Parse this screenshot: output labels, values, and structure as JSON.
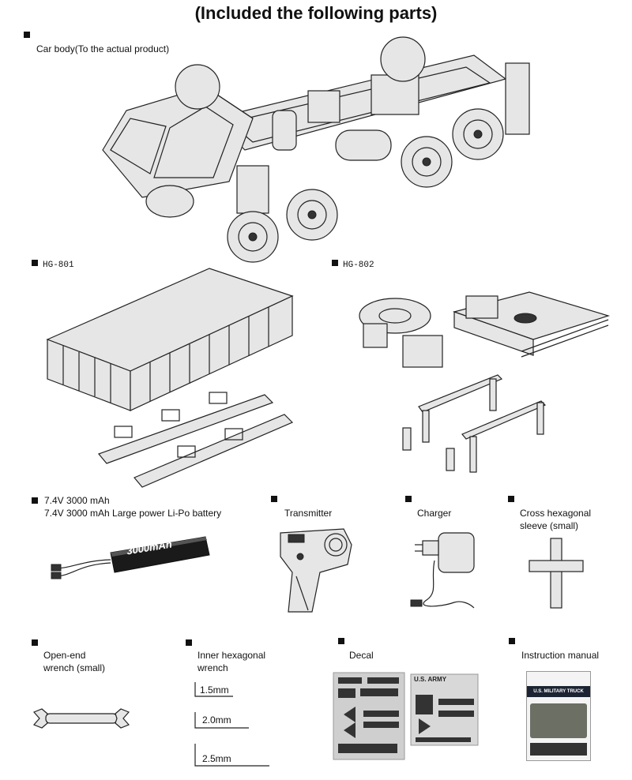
{
  "page_title": "(Included the following parts)",
  "sections": {
    "car_body": {
      "label": "Car body(To the actual product)"
    },
    "hg801": {
      "label": "HG-801"
    },
    "hg802": {
      "label": "HG-802"
    },
    "battery": {
      "line1": "7.4V 3000 mAh",
      "line2": "7.4V 3000 mAh Large power Li-Po battery",
      "pack_text": "3000mAh"
    },
    "transmitter": {
      "label": "Transmitter"
    },
    "charger": {
      "label": "Charger"
    },
    "cross_sleeve": {
      "line1": "Cross hexagonal",
      "line2": "sleeve (small)"
    },
    "open_wrench": {
      "line1": "Open-end",
      "line2": "wrench (small)"
    },
    "hex_wrench": {
      "line1": "Inner hexagonal",
      "line2": "wrench",
      "sizes": [
        "1.5mm",
        "2.0mm",
        "2.5mm"
      ]
    },
    "decal": {
      "label": "Decal",
      "sheet_text": "U.S. ARMY"
    },
    "manual": {
      "label": "Instruction manual",
      "cover_title": "U.S. MILITARY TRUCK"
    }
  }
}
